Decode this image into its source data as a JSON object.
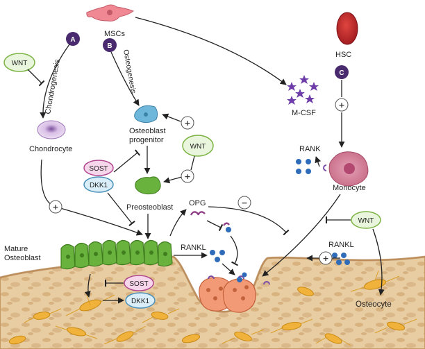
{
  "labels": {
    "mscs": "MSCs",
    "badge_a": "A",
    "badge_b": "B",
    "badge_c": "C",
    "wnt": "WNT",
    "chondrogenesis": "Chondrogenesis",
    "osteogenesis": "Osteogenesis",
    "chondrocyte": "Chondrocyte",
    "osteoblast_progenitor_1": "Osteoblast",
    "osteoblast_progenitor_2": "progenitor",
    "sost": "SOST",
    "dkk1": "DKK1",
    "preosteoblast": "Preosteoblast",
    "mcsf": "M-CSF",
    "hsc": "HSC",
    "rank": "RANK",
    "monocyte": "Monocyte",
    "opg": "OPG",
    "rankl": "RANKL",
    "mature_1": "Mature",
    "mature_2": "Osteoblast",
    "osteocyte": "Osteocyte",
    "plus": "+",
    "minus": "−"
  },
  "colors": {
    "badge": "#4a2a6e",
    "wnt_fill": "#e9f5dc",
    "wnt_stroke": "#7cb342",
    "sost_fill": "#f6d6ea",
    "sost_stroke": "#b0478f",
    "dkk1_fill": "#d9eef8",
    "dkk1_stroke": "#4a8fb8",
    "bone": "#e6c89a",
    "bone_dark": "#b8895a",
    "osteoblast_green": "#6ab23e",
    "osteoclast": "#f29a76",
    "rank_blue": "#2e6bb8",
    "mcsf_purple": "#6d3ca8",
    "monocyte": "#c9607f"
  }
}
